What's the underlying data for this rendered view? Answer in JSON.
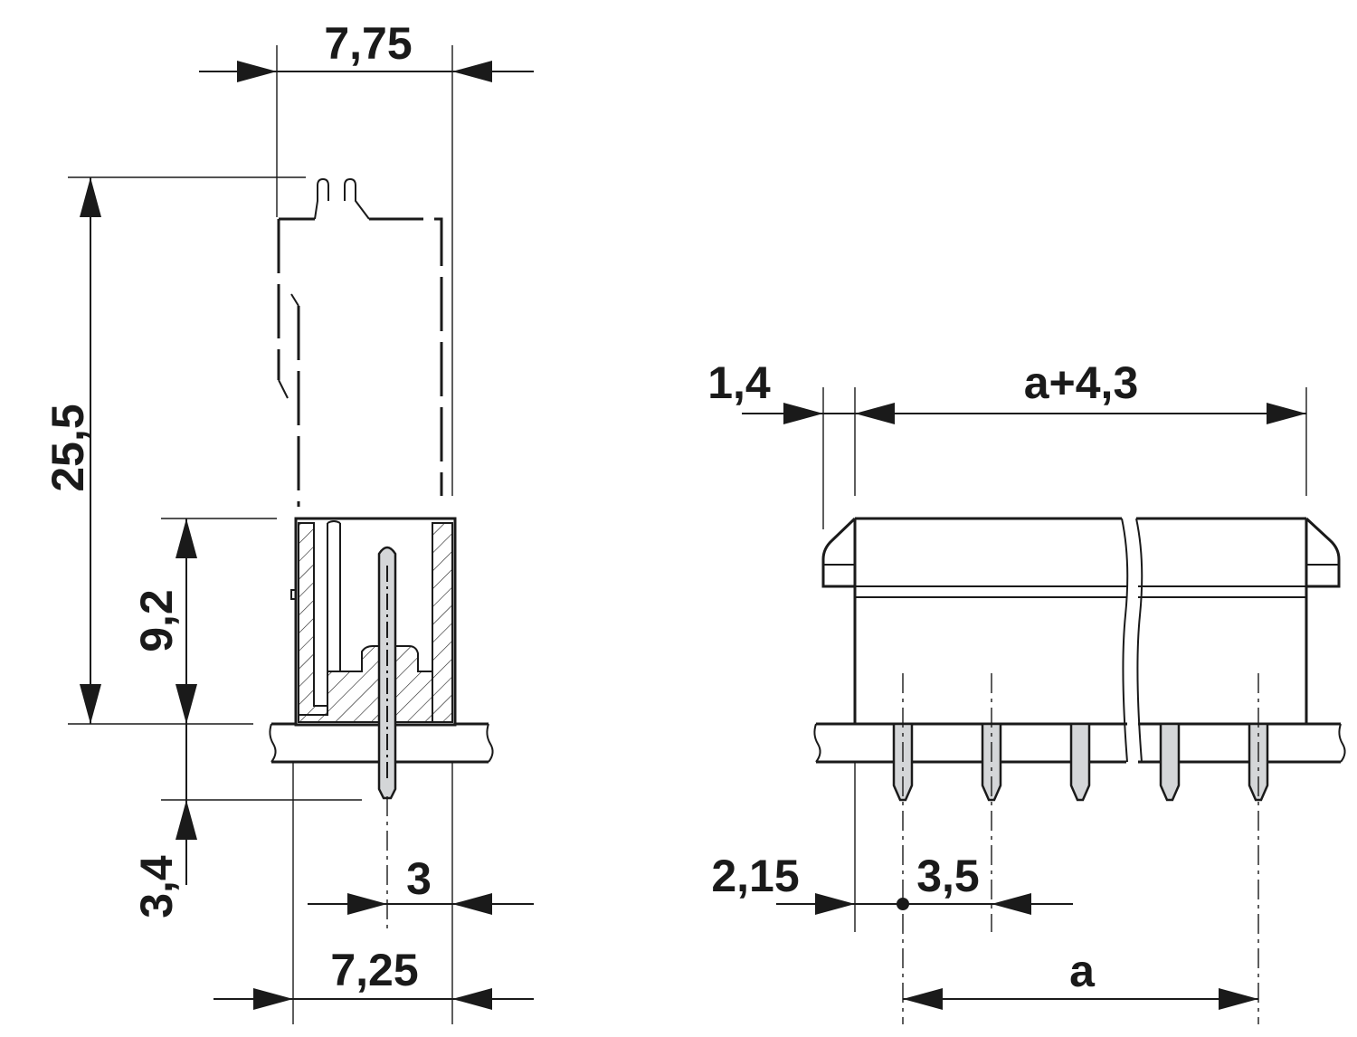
{
  "drawing": {
    "side_view": {
      "dim_width_top": "7,75",
      "dim_height_total": "25,5",
      "dim_height_body": "9,2",
      "dim_pin_length": "3,4",
      "dim_pin_offset": "3",
      "dim_width_bottom": "7,25"
    },
    "front_view": {
      "dim_flange": "1,4",
      "dim_overall_length": "a+4,3",
      "dim_first_pin": "2,15",
      "dim_pitch": "3,5",
      "dim_pin_span": "a"
    },
    "colors": {
      "line": "#1a1a1a",
      "pin_fill": "#d4d6d8",
      "background": "#ffffff"
    }
  }
}
